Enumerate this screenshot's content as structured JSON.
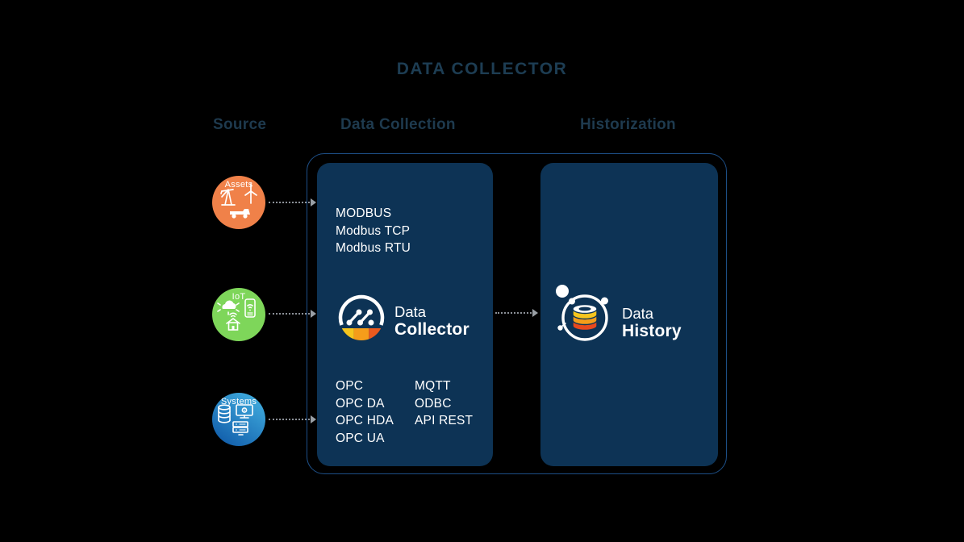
{
  "title": "DATA COLLECTOR",
  "column_headers": {
    "source": "Source",
    "data_collection": "Data Collection",
    "historization": "Historization"
  },
  "sources": [
    {
      "label": "Assets",
      "color": "#f08149",
      "icon": "assets-icon"
    },
    {
      "label": "IoT",
      "color": "#7ed65a",
      "icon": "iot-icon"
    },
    {
      "label": "Systems",
      "color_top": "#45b5e4",
      "color_bottom": "#1563ae",
      "icon": "systems-icon"
    }
  ],
  "collector_panel": {
    "protocols_top": [
      "MODBUS",
      "Modbus TCP",
      "Modbus RTU"
    ],
    "protocols_left": [
      "OPC",
      "OPC DA",
      "OPC HDA",
      "OPC UA"
    ],
    "protocols_right": [
      "MQTT",
      "ODBC",
      "API REST"
    ],
    "logo_line1": "Data",
    "logo_line2": "Collector"
  },
  "history_panel": {
    "logo_line1": "Data",
    "logo_line2": "History"
  },
  "colors": {
    "background": "#000000",
    "heading_text": "#1e3a4e",
    "panel_navy": "#0d3355",
    "outer_border": "#1d4f87",
    "arrow_gray": "#8b9097",
    "assets_orange": "#f08149",
    "iot_green": "#7ed65a",
    "systems_blue_top": "#45b5e4",
    "systems_blue_bottom": "#1563ae",
    "logo_yellow": "#f6c51d",
    "logo_orange": "#f59d1a",
    "logo_deep_orange": "#ea5a1e",
    "logo_red": "#e8491e",
    "text_white": "#ffffff"
  }
}
